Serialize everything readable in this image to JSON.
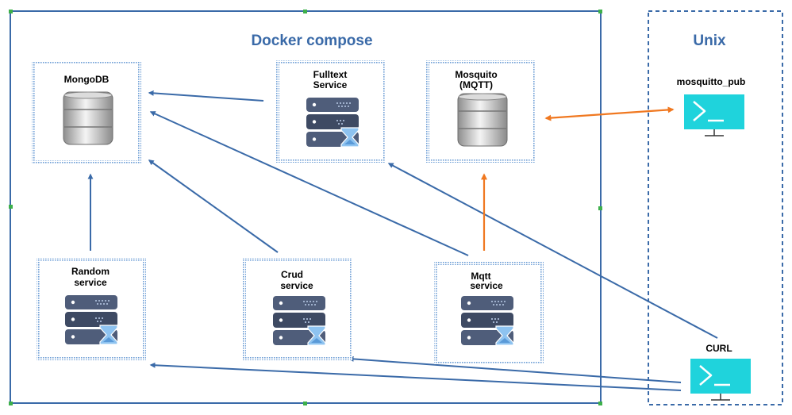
{
  "groups": {
    "docker": {
      "title": "Docker compose"
    },
    "unix": {
      "title": "Unix"
    }
  },
  "nodes": {
    "mongodb": {
      "label": "MongoDB",
      "icon": "database-icon"
    },
    "fulltext": {
      "label_line1": "Fulltext",
      "label_line2": "Service",
      "icon": "server-icon"
    },
    "mosquito": {
      "label_line1": "Mosquito",
      "label_line2": "(MQTT)",
      "icon": "database-icon"
    },
    "random": {
      "label_line1": "Random",
      "label_line2": "service",
      "icon": "server-icon"
    },
    "crud": {
      "label_line1": "Crud",
      "label_line2": "service",
      "icon": "server-icon"
    },
    "mqtt": {
      "label_line1": "Mqtt",
      "label_line2": "service",
      "icon": "server-icon"
    },
    "mosquitto_pub": {
      "label": "mosquitto_pub",
      "icon": "terminal-icon"
    },
    "curl": {
      "label": "CURL",
      "icon": "terminal-icon"
    }
  },
  "colors": {
    "frame": "#3a6aa8",
    "arrow_blue": "#3a6aa8",
    "arrow_orange": "#f07820",
    "terminal": "#1fd3dc",
    "server_dark": "#3e4a63",
    "server_light": "#4f5d7a",
    "hourglass": "#8ec3f0"
  }
}
